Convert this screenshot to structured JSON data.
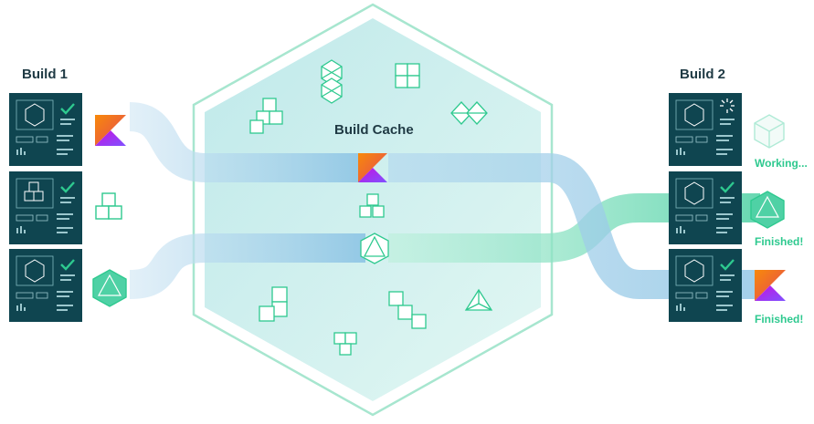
{
  "builds": [
    {
      "title": "Build 1",
      "cards": [
        {
          "status": "done"
        },
        {
          "status": "done"
        },
        {
          "status": "done"
        }
      ]
    },
    {
      "title": "Build 2",
      "cards": [
        {
          "status": "working",
          "label": "Working..."
        },
        {
          "status": "done",
          "label": "Finished!"
        },
        {
          "status": "done",
          "label": "Finished!"
        }
      ]
    }
  ],
  "cache": {
    "title": "Build Cache"
  },
  "colors": {
    "card": "#0f4550",
    "check": "#2ec98f",
    "green": "#4fd1a5",
    "green_light": "#bdf0dc",
    "blue": "#8cc4e4",
    "blue_light": "#cfe6f4",
    "hex_fill": "#cdeff0",
    "hex_stroke": "#a7e6cf",
    "kotlin_orange": "#f88909",
    "kotlin_purple": "#7f52ff"
  }
}
